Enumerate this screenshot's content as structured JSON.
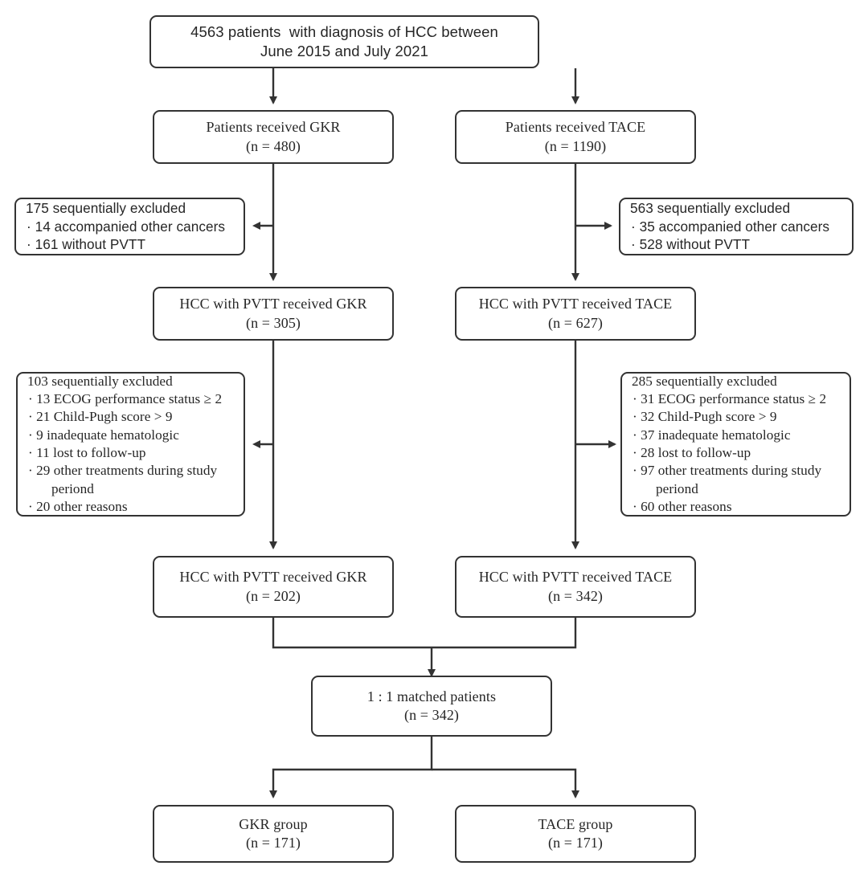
{
  "figure": {
    "type": "flowchart",
    "description": "CONSORT-style patient selection flow diagram comparing GKR and TACE treatment for HCC with PVTT"
  },
  "nodes": {
    "enrollment": {
      "lines": [
        "4563 patients  with diagnosis of HCC between",
        "June 2015 and July 2021"
      ]
    },
    "gkr_received": {
      "lines": [
        "Patients received GKR",
        "(n = 480)"
      ]
    },
    "tace_received": {
      "lines": [
        "Patients received TACE",
        "(n = 1190)"
      ]
    },
    "gkr_exclusion_1": {
      "header": "175 sequentially excluded",
      "items": [
        "· 14 accompanied other cancers",
        "· 161 without PVTT"
      ]
    },
    "tace_exclusion_1": {
      "header": "563 sequentially excluded",
      "items": [
        "· 35 accompanied other cancers",
        "· 528 without PVTT"
      ]
    },
    "gkr_pvtt": {
      "lines": [
        "HCC with PVTT received GKR",
        "(n = 305)"
      ]
    },
    "tace_pvtt": {
      "lines": [
        "HCC with PVTT received TACE",
        "(n = 627)"
      ]
    },
    "gkr_exclusion_2": {
      "header": "103 sequentially excluded",
      "items": [
        "· 13 ECOG performance status ≥ 2",
        "· 21 Child-Pugh score > 9",
        "· 9 inadequate hematologic",
        "· 11 lost to follow-up",
        "· 29 other treatments during study",
        "periond",
        "· 20 other reasons"
      ]
    },
    "tace_exclusion_2": {
      "header": "285 sequentially excluded",
      "items": [
        "· 31 ECOG performance status ≥ 2",
        "· 32 Child-Pugh score > 9",
        "· 37 inadequate hematologic",
        "· 28 lost to follow-up",
        "· 97 other treatments during study",
        "periond",
        "· 60 other reasons"
      ]
    },
    "gkr_eligible": {
      "lines": [
        "HCC with PVTT received GKR",
        "(n = 202)"
      ]
    },
    "tace_eligible": {
      "lines": [
        "HCC with PVTT received TACE",
        "(n = 342)"
      ]
    },
    "matched": {
      "lines": [
        "1 : 1 matched patients",
        "(n = 342)"
      ]
    },
    "gkr_group": {
      "lines": [
        "GKR group",
        "(n = 171)"
      ]
    },
    "tace_group": {
      "lines": [
        "TACE group",
        "(n = 171)"
      ]
    }
  },
  "style": {
    "stroke_color": "#333333",
    "text_color": "#262626",
    "background": "#ffffff"
  }
}
